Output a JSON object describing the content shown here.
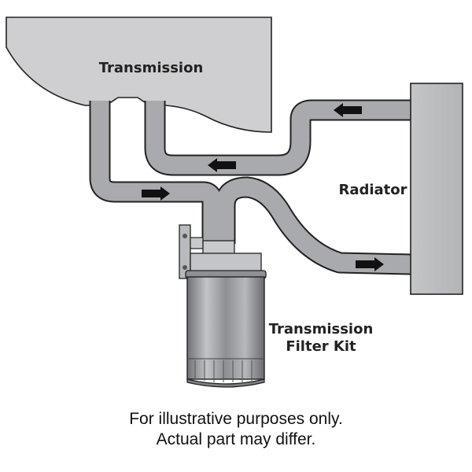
{
  "labels": {
    "transmission": "Transmission",
    "radiator": "Radiator",
    "filter_kit_line1": "Transmission",
    "filter_kit_line2": "Filter Kit"
  },
  "caption": {
    "line1": "For illustrative purposes only.",
    "line2": "Actual part may differ."
  },
  "colors": {
    "housing": "#cfcfd1",
    "hose": "#a9aaad",
    "outline": "#222222",
    "arrow": "#111111",
    "filter": "#9c9ea2"
  },
  "flow_arrows": [
    {
      "name": "arrow-to-transmission-upper",
      "direction": "left"
    },
    {
      "name": "arrow-to-transmission-lower",
      "direction": "left"
    },
    {
      "name": "arrow-to-filter",
      "direction": "right"
    },
    {
      "name": "arrow-to-radiator",
      "direction": "right"
    }
  ]
}
